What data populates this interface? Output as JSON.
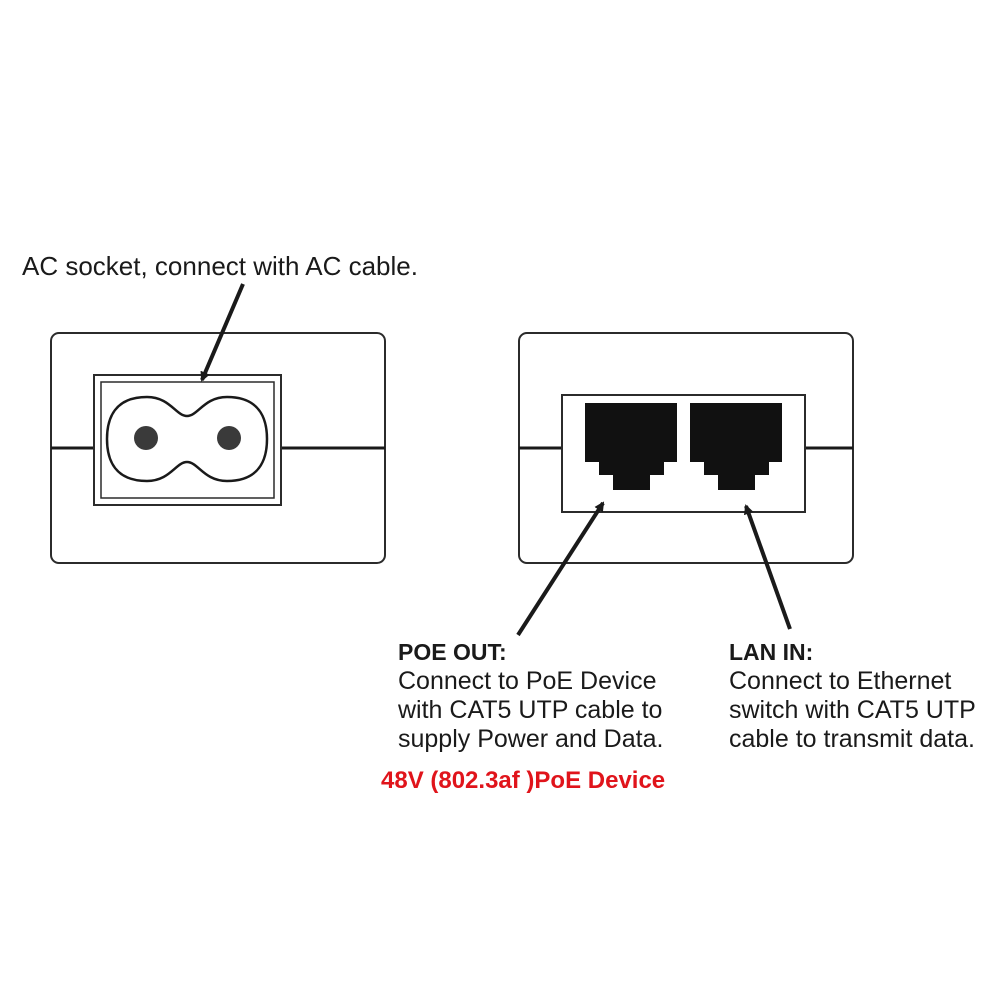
{
  "ac_socket": {
    "label": "AC socket, connect with AC cable."
  },
  "poe_out": {
    "heading": "POE OUT:",
    "lines": [
      "Connect to PoE Device",
      "with CAT5 UTP cable to",
      "supply Power and Data."
    ]
  },
  "lan_in": {
    "heading": "LAN IN:",
    "lines": [
      "Connect to Ethernet",
      "switch with CAT5 UTP",
      "cable to transmit data."
    ]
  },
  "poe_class": {
    "text": "48V (802.3af )PoE Device",
    "color": "#e0141b"
  },
  "colors": {
    "outline": "#2b2b2b",
    "port_fill": "#111111",
    "background": "#ffffff"
  }
}
